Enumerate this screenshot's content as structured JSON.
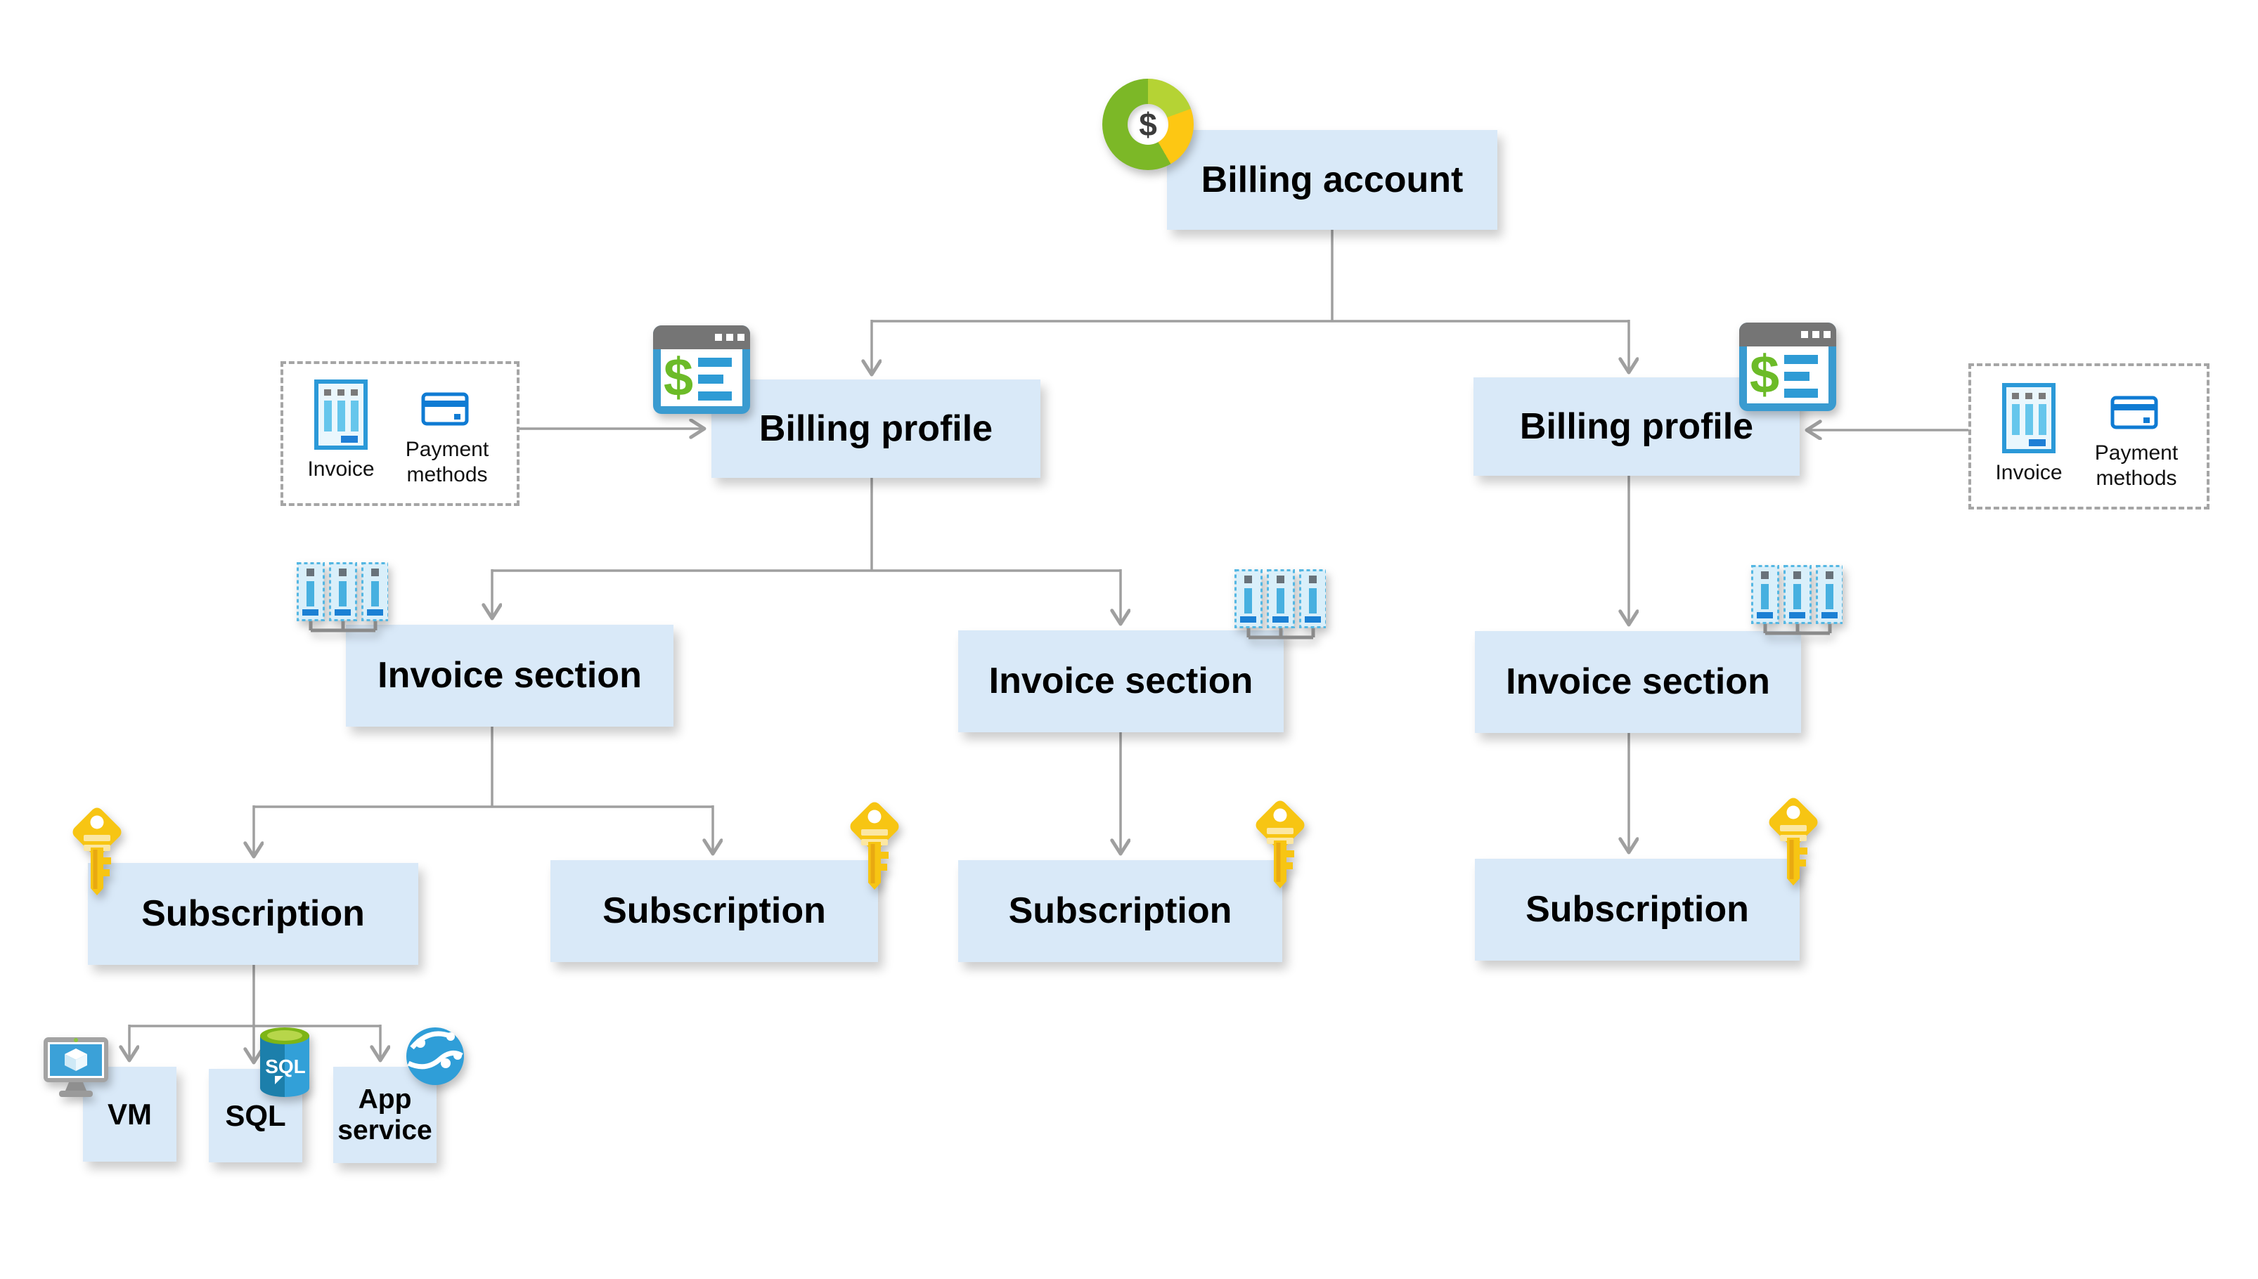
{
  "nodes": {
    "billing_account": {
      "label": "Billing account"
    },
    "billing_profile_left": {
      "label": "Billing profile"
    },
    "billing_profile_right": {
      "label": "Billing profile"
    },
    "invoice_section_left": {
      "label": "Invoice section"
    },
    "invoice_section_middle": {
      "label": "Invoice section"
    },
    "invoice_section_right": {
      "label": "Invoice section"
    },
    "subscription_1": {
      "label": "Subscription"
    },
    "subscription_2": {
      "label": "Subscription"
    },
    "subscription_3": {
      "label": "Subscription"
    },
    "subscription_4": {
      "label": "Subscription"
    },
    "vm": {
      "label": "VM"
    },
    "sql": {
      "label": "SQL"
    },
    "app_service": {
      "label": "App service"
    }
  },
  "legends": {
    "left": {
      "invoice": "Invoice",
      "payment": "Payment methods"
    },
    "right": {
      "invoice": "Invoice",
      "payment": "Payment methods"
    }
  },
  "icons": {
    "donut_dollar_glyph": "$",
    "billing_profile_dollar_glyph": "$",
    "sql_database_label": "SQL"
  },
  "colors": {
    "node_fill": "#d9e9f8",
    "connector_gray": "#9f9f9f",
    "donut_green": "#7cb827",
    "donut_light_green": "#b5d334",
    "donut_yellow": "#fdc713",
    "key_yellow": "#f7c513",
    "azure_blue": "#2f9ed8",
    "card_blue": "#0f7bd3"
  }
}
